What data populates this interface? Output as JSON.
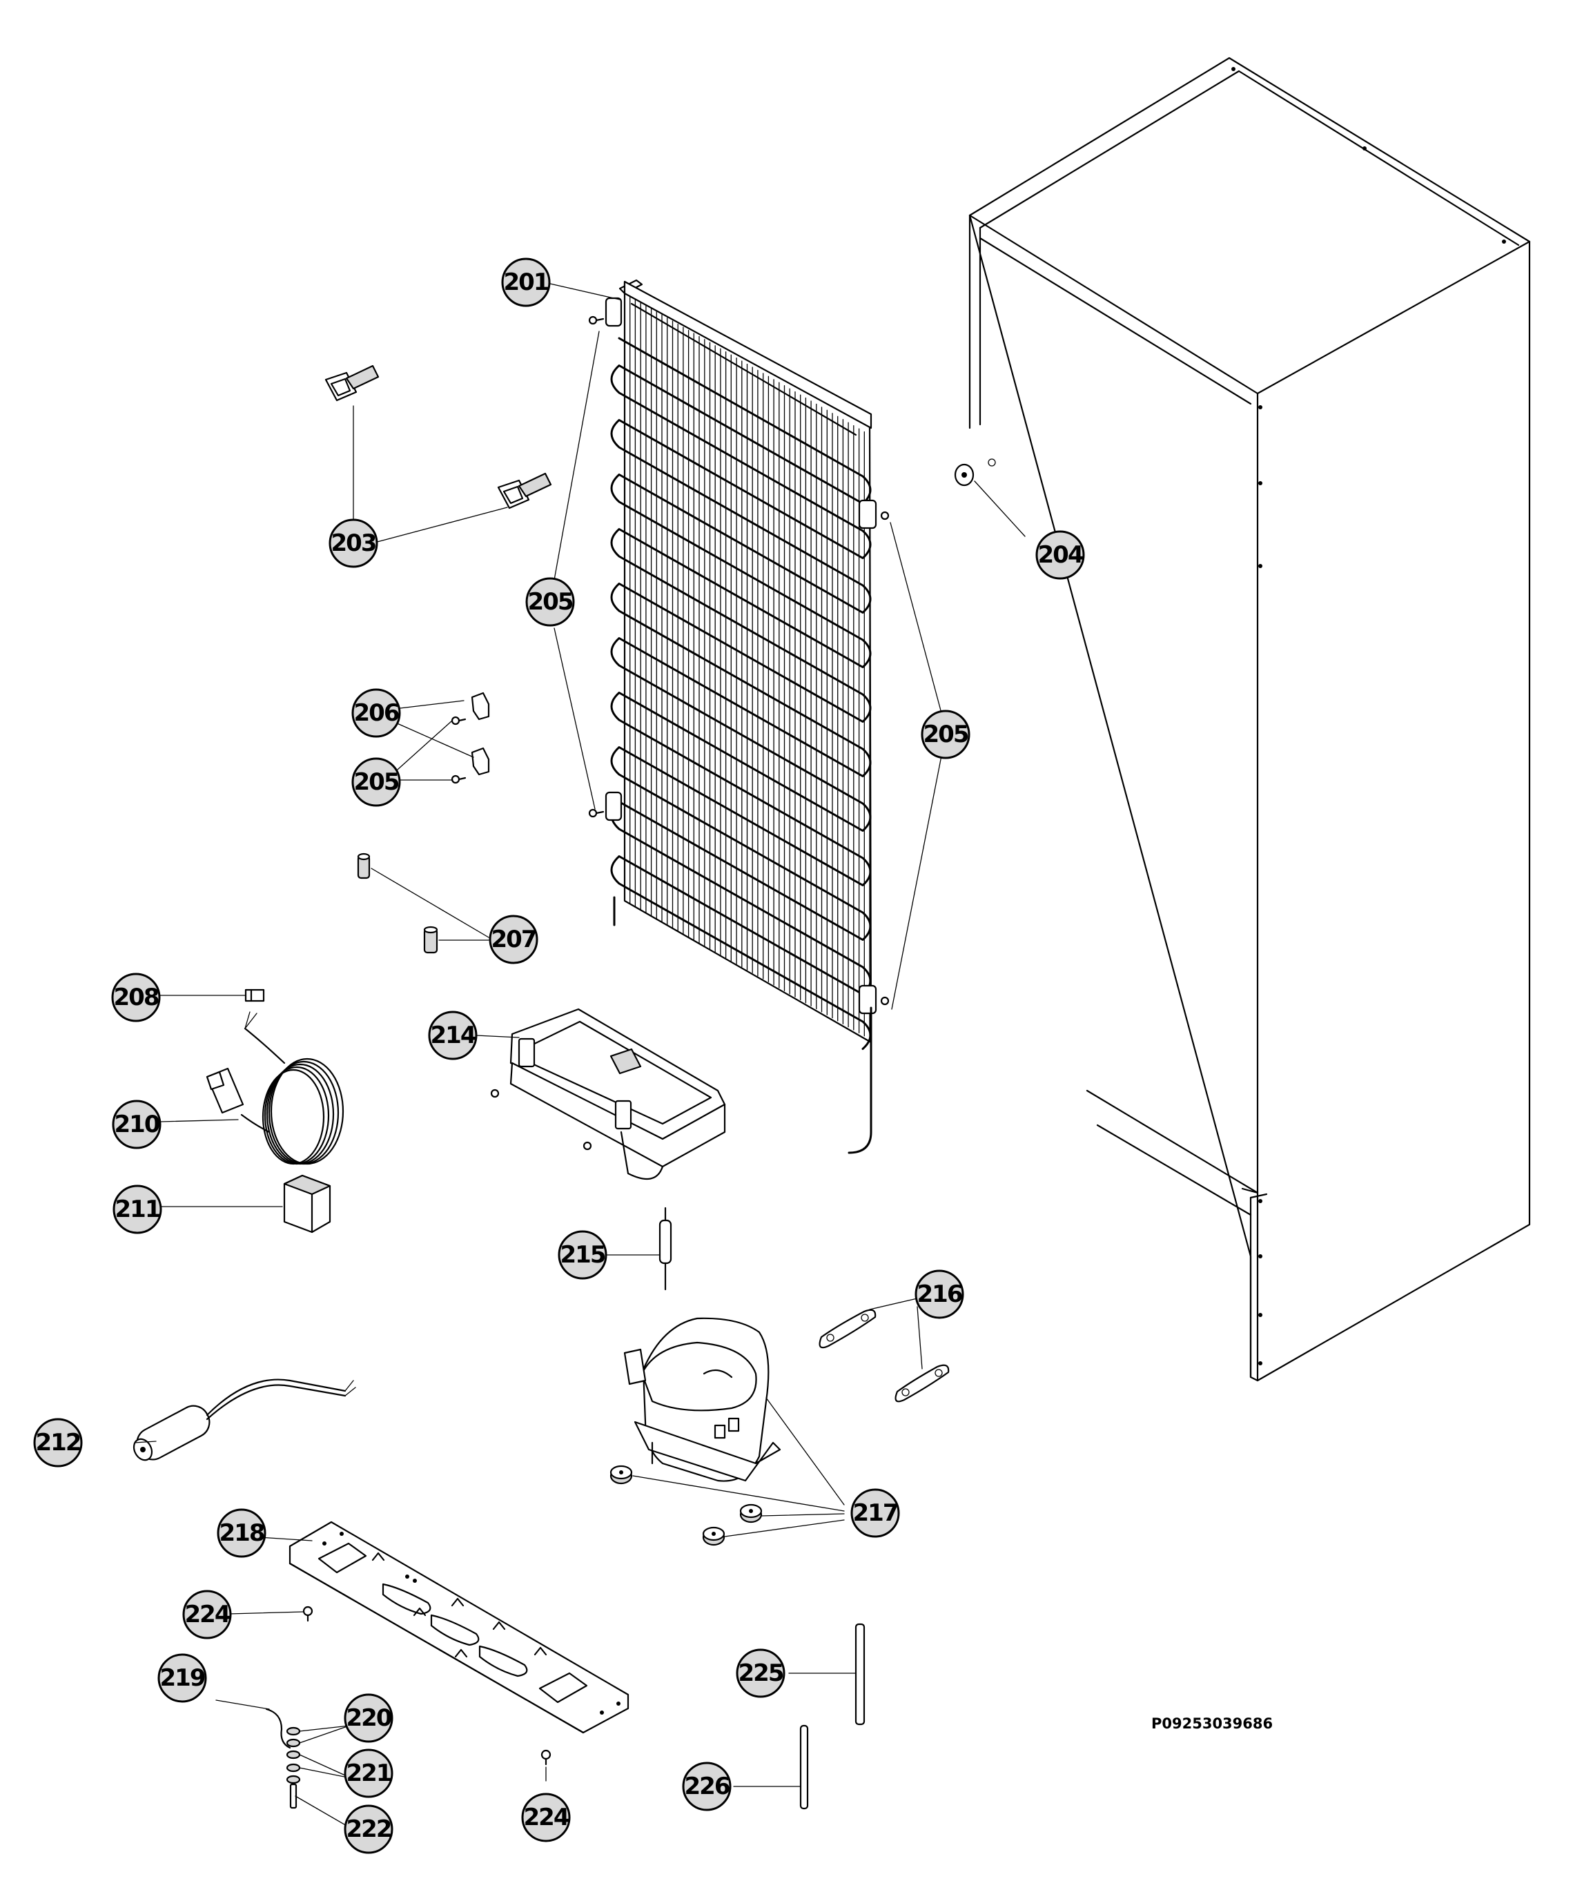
{
  "drawing_ref": "P09253039686",
  "callouts": [
    {
      "id": "c201",
      "label": "201"
    },
    {
      "id": "c203",
      "label": "203"
    },
    {
      "id": "c204",
      "label": "204"
    },
    {
      "id": "c205a",
      "label": "205"
    },
    {
      "id": "c205b",
      "label": "205"
    },
    {
      "id": "c205c",
      "label": "205"
    },
    {
      "id": "c206",
      "label": "206"
    },
    {
      "id": "c207",
      "label": "207"
    },
    {
      "id": "c208",
      "label": "208"
    },
    {
      "id": "c210",
      "label": "210"
    },
    {
      "id": "c211",
      "label": "211"
    },
    {
      "id": "c212",
      "label": "212"
    },
    {
      "id": "c214",
      "label": "214"
    },
    {
      "id": "c215",
      "label": "215"
    },
    {
      "id": "c216",
      "label": "216"
    },
    {
      "id": "c217",
      "label": "217"
    },
    {
      "id": "c218",
      "label": "218"
    },
    {
      "id": "c219",
      "label": "219"
    },
    {
      "id": "c220",
      "label": "220"
    },
    {
      "id": "c221",
      "label": "221"
    },
    {
      "id": "c222",
      "label": "222"
    },
    {
      "id": "c224a",
      "label": "224"
    },
    {
      "id": "c224b",
      "label": "224"
    },
    {
      "id": "c225",
      "label": "225"
    },
    {
      "id": "c226",
      "label": "226"
    }
  ]
}
